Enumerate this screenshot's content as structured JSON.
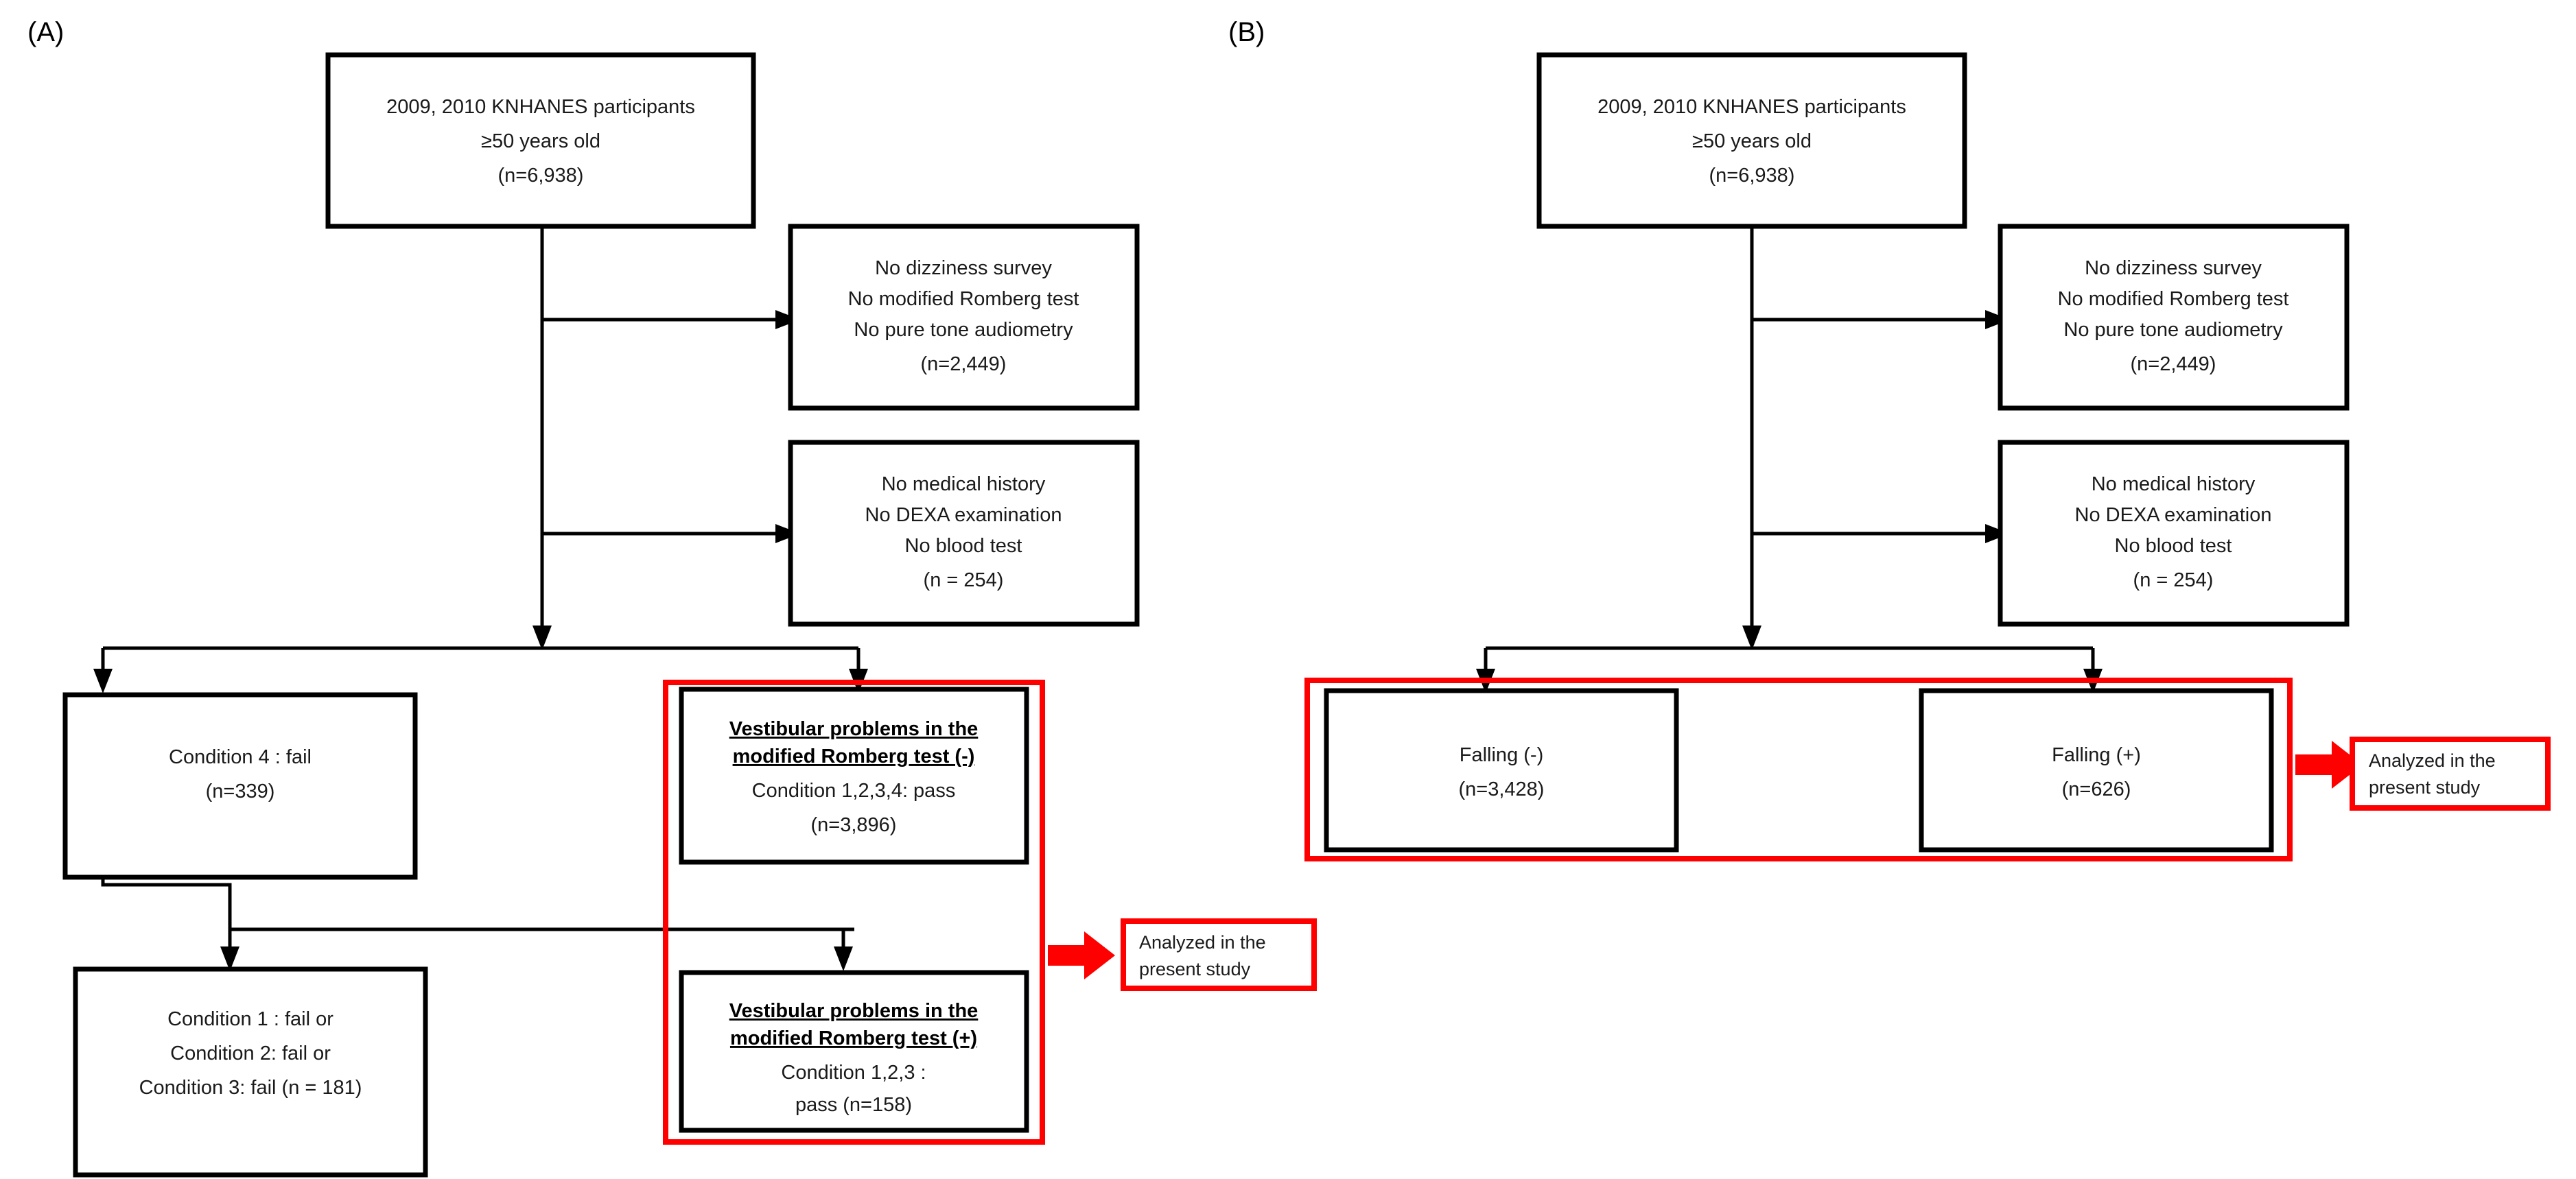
{
  "figure": {
    "panels": [
      {
        "id": "A",
        "label": "(A)",
        "nodes": {
          "source": {
            "lines": [
              "2009, 2010 KNHANES participants",
              "≥50 years old",
              "(n=6,938)"
            ]
          },
          "exclusion_1": {
            "lines": [
              "No dizziness survey",
              "No modified Romberg test",
              "No pure tone audiometry",
              "(n=2,449)"
            ]
          },
          "exclusion_2": {
            "lines": [
              "No medical history",
              "No DEXA examination",
              "No blood test",
              "(n = 254)"
            ]
          },
          "condition4_fail": {
            "lines": [
              "Condition 4 : fail",
              "(n=339)"
            ]
          },
          "vestibular_negative": {
            "heading": [
              "Vestibular problems in the",
              "modified Romberg test (-)"
            ],
            "lines": [
              "Condition 1,2,3,4: pass",
              "(n=3,896)"
            ]
          },
          "condition123_fail": {
            "lines": [
              "Condition 1 : fail or",
              "Condition 2: fail or",
              "Condition 3: fail (n = 181)"
            ]
          },
          "vestibular_positive": {
            "heading": [
              "Vestibular problems in the",
              "modified Romberg test (+)"
            ],
            "lines": [
              "Condition 1,2,3 :",
              "pass (n=158)"
            ]
          },
          "analyzed_note": {
            "lines": [
              "Analyzed in the",
              "present study"
            ]
          }
        }
      },
      {
        "id": "B",
        "label": "(B)",
        "nodes": {
          "source": {
            "lines": [
              "2009, 2010 KNHANES participants",
              "≥50 years old",
              "(n=6,938)"
            ]
          },
          "exclusion_1": {
            "lines": [
              "No dizziness survey",
              "No modified Romberg test",
              "No pure tone audiometry",
              "(n=2,449)"
            ]
          },
          "exclusion_2": {
            "lines": [
              "No medical history",
              "No DEXA examination",
              "No blood test",
              "(n = 254)"
            ]
          },
          "falling_negative": {
            "lines": [
              "Falling (-)",
              "(n=3,428)"
            ]
          },
          "falling_positive": {
            "lines": [
              "Falling (+)",
              "(n=626)"
            ]
          },
          "analyzed_note": {
            "lines": [
              "Analyzed in the",
              "present study"
            ]
          }
        }
      }
    ],
    "colors": {
      "highlight": "#ff0000",
      "box_stroke": "#000000",
      "text": "#1a1a1a",
      "background": "#ffffff"
    }
  }
}
